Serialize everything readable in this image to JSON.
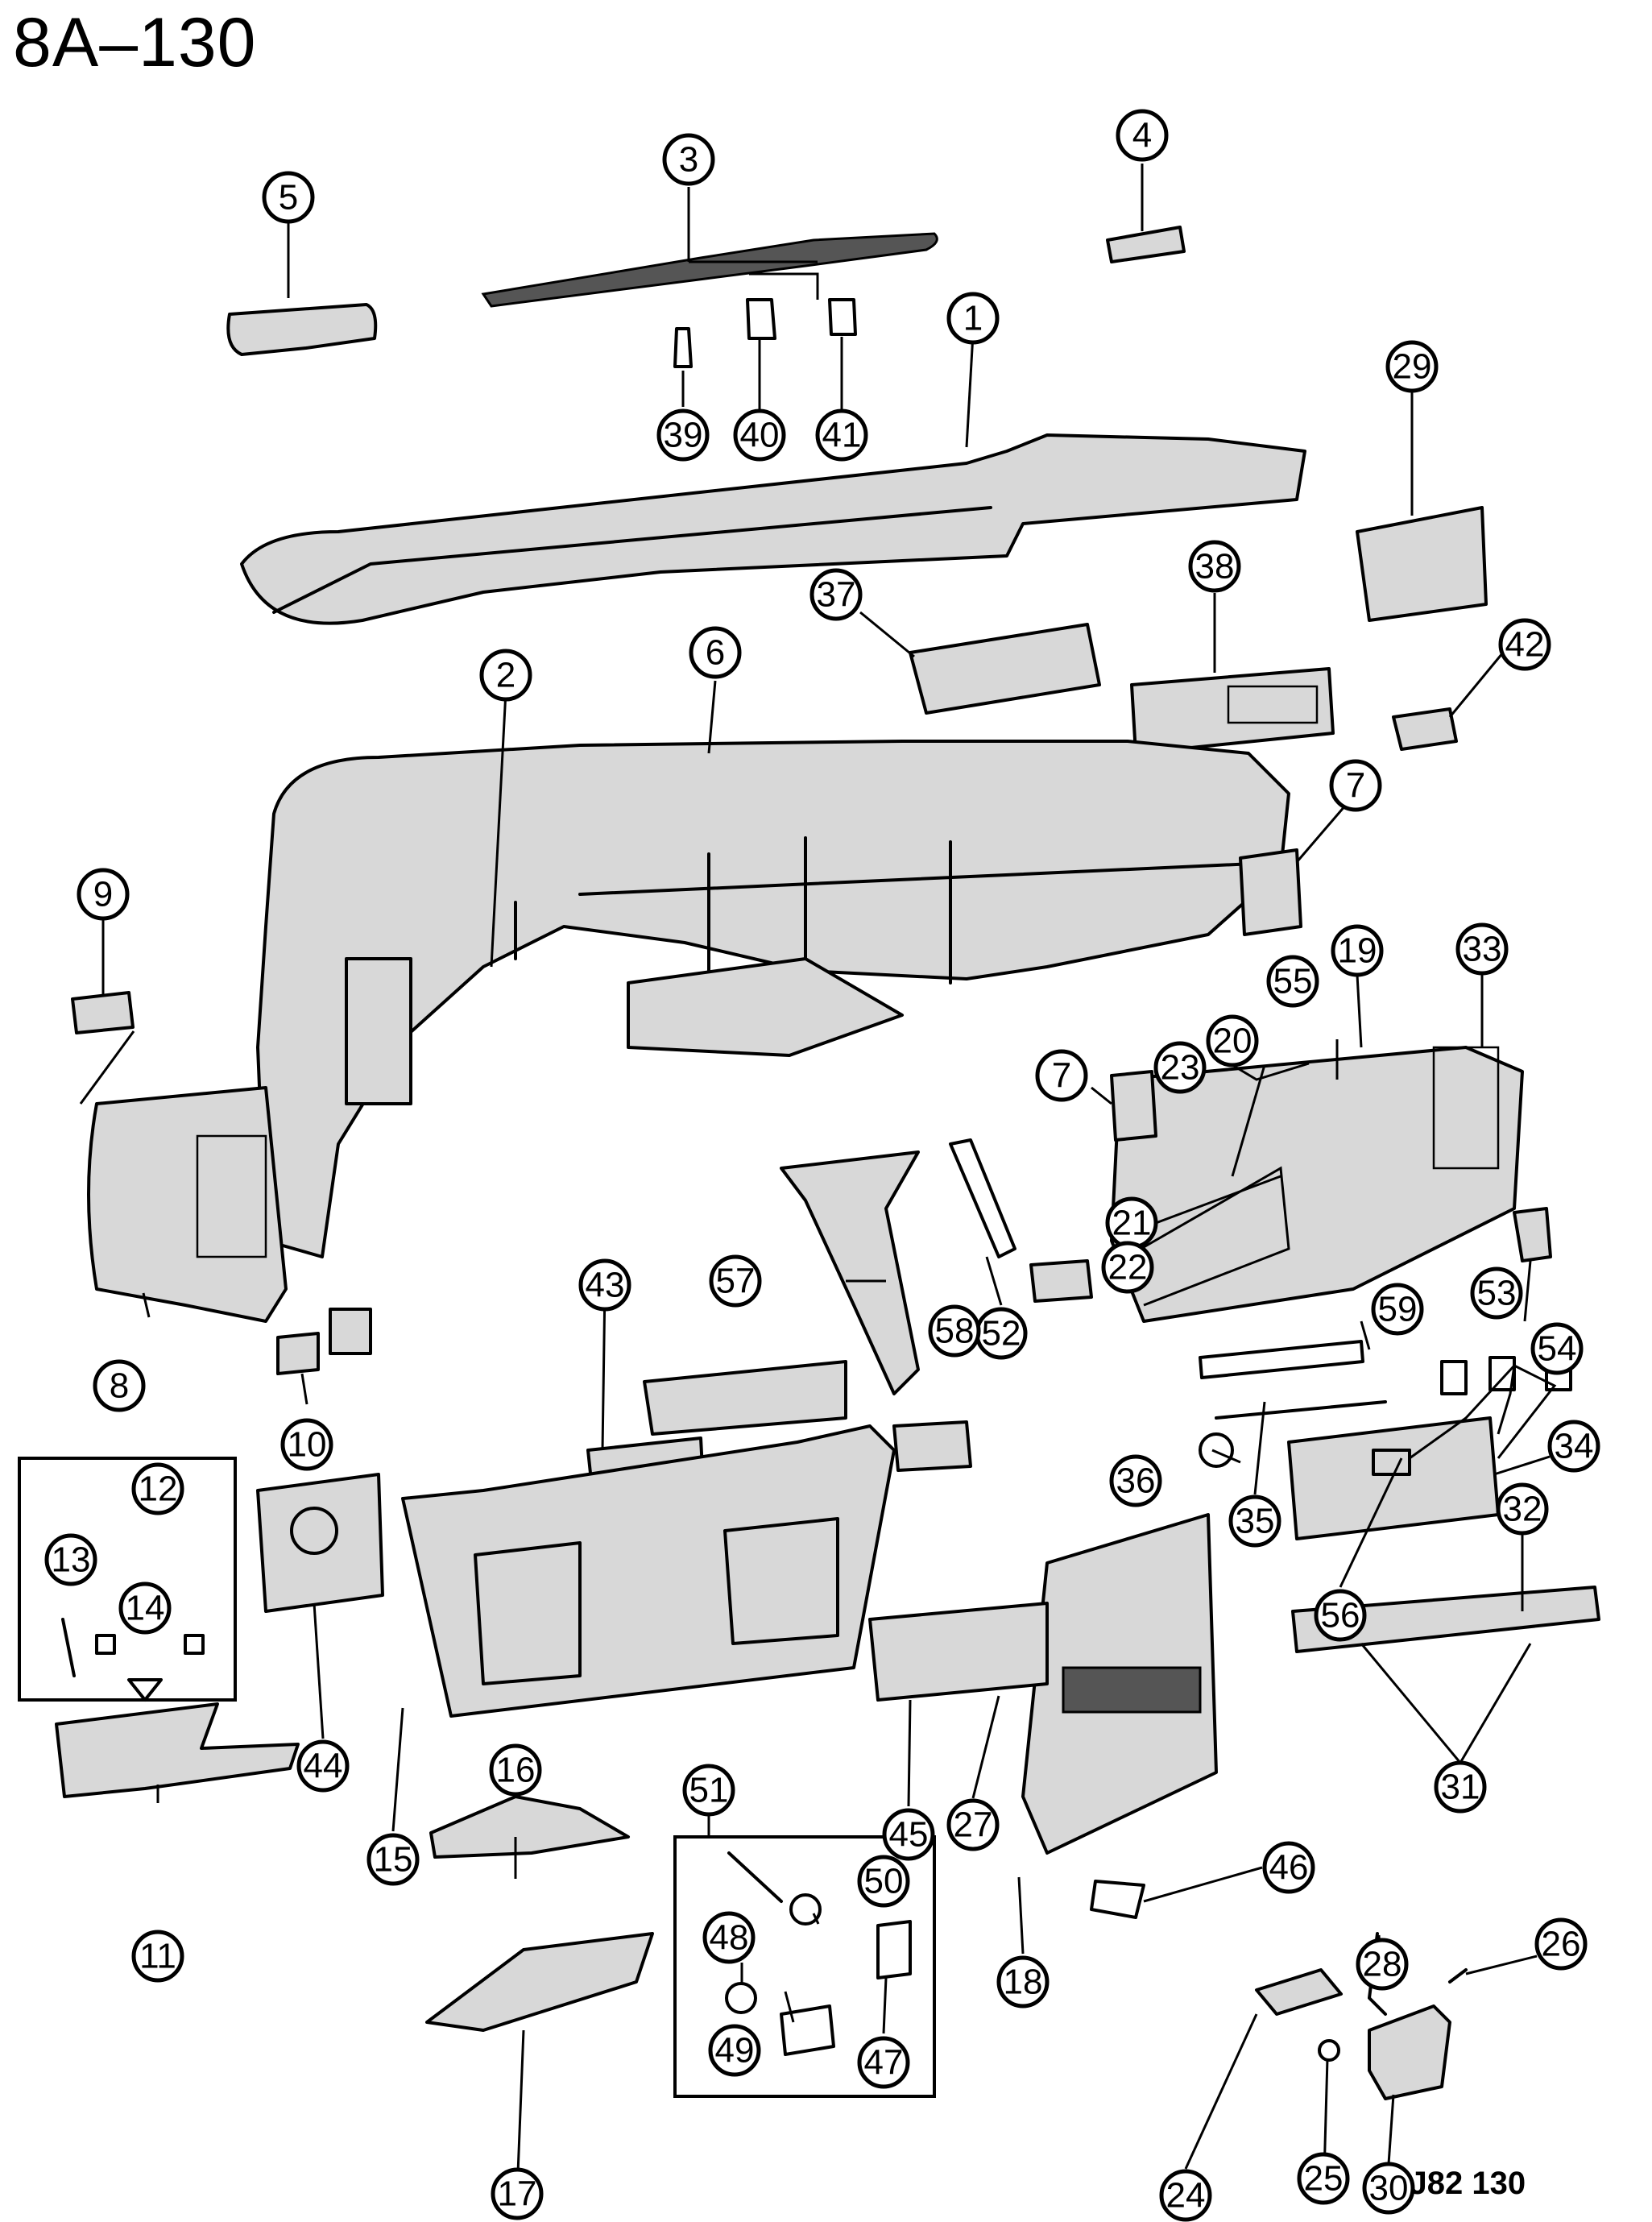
{
  "page_title": "8A–130",
  "figure_code": "94J82  130",
  "callouts": [
    "1",
    "2",
    "3",
    "4",
    "5",
    "6",
    "7",
    "7",
    "8",
    "9",
    "10",
    "11",
    "12",
    "13",
    "14",
    "15",
    "16",
    "17",
    "18",
    "19",
    "20",
    "21",
    "22",
    "23",
    "24",
    "25",
    "26",
    "27",
    "28",
    "29",
    "30",
    "31",
    "32",
    "33",
    "34",
    "35",
    "36",
    "37",
    "38",
    "39",
    "40",
    "41",
    "42",
    "43",
    "44",
    "45",
    "46",
    "47",
    "48",
    "49",
    "50",
    "51",
    "52",
    "53",
    "54",
    "55",
    "56",
    "57",
    "58",
    "59"
  ]
}
